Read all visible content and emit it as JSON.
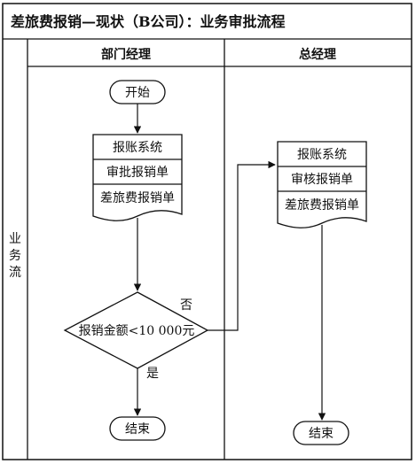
{
  "title": "差旅费报销—现状（B公司）：业务审批流程",
  "side_label": [
    "业",
    "务",
    "流"
  ],
  "lanes": {
    "left": "部门经理",
    "right": "总经理"
  },
  "nodes": {
    "start": "开始",
    "dept_doc": [
      "报账系统",
      "审批报销单",
      "差旅费报销单"
    ],
    "decision": "报销金额<10 000元",
    "end_left": "结束",
    "gm_doc": [
      "报账系统",
      "审核报销单",
      "差旅费报销单"
    ],
    "end_right": "结束"
  },
  "edges": {
    "no": "否",
    "yes": "是"
  }
}
